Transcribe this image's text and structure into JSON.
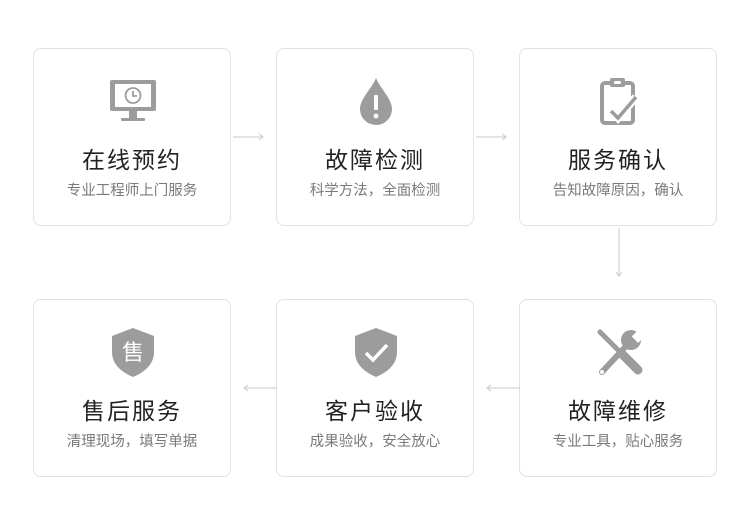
{
  "steps": [
    {
      "title": "在线预约",
      "subtitle": "专业工程师上门服务",
      "icon": "monitor-clock-icon"
    },
    {
      "title": "故障检测",
      "subtitle": "科学方法，全面检测",
      "icon": "drop-exclamation-icon"
    },
    {
      "title": "服务确认",
      "subtitle": "告知故障原因，确认",
      "icon": "clipboard-check-icon"
    },
    {
      "title": "故障维修",
      "subtitle": "专业工具，贴心服务",
      "icon": "wrench-screwdriver-icon"
    },
    {
      "title": "客户验收",
      "subtitle": "成果验收，安全放心",
      "icon": "shield-check-icon"
    },
    {
      "title": "售后服务",
      "subtitle": "清理现场，填写单据",
      "icon": "shield-sale-icon"
    }
  ],
  "badge_char": "售",
  "colors": {
    "icon": "#9c9c9c",
    "border": "#e2e2e2",
    "arrow": "#c8c8c8",
    "title": "#222222",
    "subtitle": "#7a7a7a"
  }
}
